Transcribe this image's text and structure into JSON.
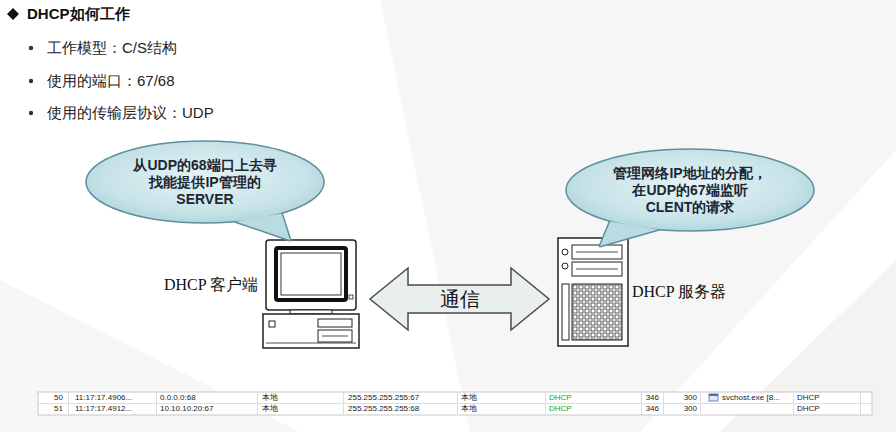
{
  "diagram": {
    "title": "DHCP如何工作",
    "nodes": [
      {
        "text": [
          "从UDP的68端口上去寻找能提供IP管理的SERVER"
        ]
      },
      {
        "text": [
          "管理网络IP地址的分配，在UDP的67端监听CLENT的请求"
        ]
      },
      {
        "text": [
          "DHCP 客户端"
        ]
      },
      {
        "text": [
          "DHCP 服务器"
        ]
      }
    ],
    "edges": [
      {
        "from": 2,
        "to": 3,
        "label": "通信",
        "arrow": "both"
      }
    ],
    "labels": [
      "工作模型：C/S结构",
      "使用的端口：67/68",
      "使用的传输层协议：UDP",
      "50",
      "11:17:17.4906...",
      "0.0.0.0:68",
      "本地",
      "255.255.255.255:67",
      "本地",
      "DHCP",
      "346",
      "300",
      "svchost.exe [8...",
      "DHCP",
      "51",
      "11:17:17.4912...",
      "10.10.10.20:67",
      "本地",
      "255.255.255.255:68",
      "本地",
      "DHCP",
      "346",
      "300",
      "DHCP"
    ]
  }
}
